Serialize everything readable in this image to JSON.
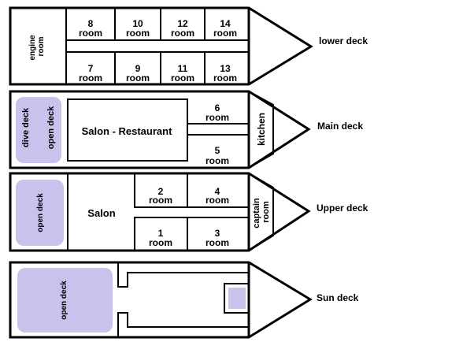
{
  "colors": {
    "stroke": "#000000",
    "open_deck_fill": "#c8c3ec",
    "background": "#ffffff"
  },
  "decks": {
    "lower": {
      "name": "lower deck",
      "engine_room": "engine room",
      "rooms": [
        {
          "num": "8",
          "word": "room"
        },
        {
          "num": "10",
          "word": "room"
        },
        {
          "num": "12",
          "word": "room"
        },
        {
          "num": "14",
          "word": "room"
        },
        {
          "num": "7",
          "word": "room"
        },
        {
          "num": "9",
          "word": "room"
        },
        {
          "num": "11",
          "word": "room"
        },
        {
          "num": "13",
          "word": "room"
        }
      ]
    },
    "main": {
      "name": "Main deck",
      "dive_deck": "dive deck",
      "open_deck": "open deck",
      "salon": "Salon - Restaurant",
      "kitchen": "kitchen",
      "rooms": [
        {
          "num": "6",
          "word": "room"
        },
        {
          "num": "5",
          "word": "room"
        }
      ]
    },
    "upper": {
      "name": "Upper deck",
      "open_deck": "open deck",
      "salon": "Salon",
      "captain_room": "captain room",
      "rooms": [
        {
          "num": "2",
          "word": "room"
        },
        {
          "num": "4",
          "word": "room"
        },
        {
          "num": "1",
          "word": "room"
        },
        {
          "num": "3",
          "word": "room"
        }
      ]
    },
    "sun": {
      "name": "Sun deck",
      "open_deck": "open deck"
    }
  }
}
